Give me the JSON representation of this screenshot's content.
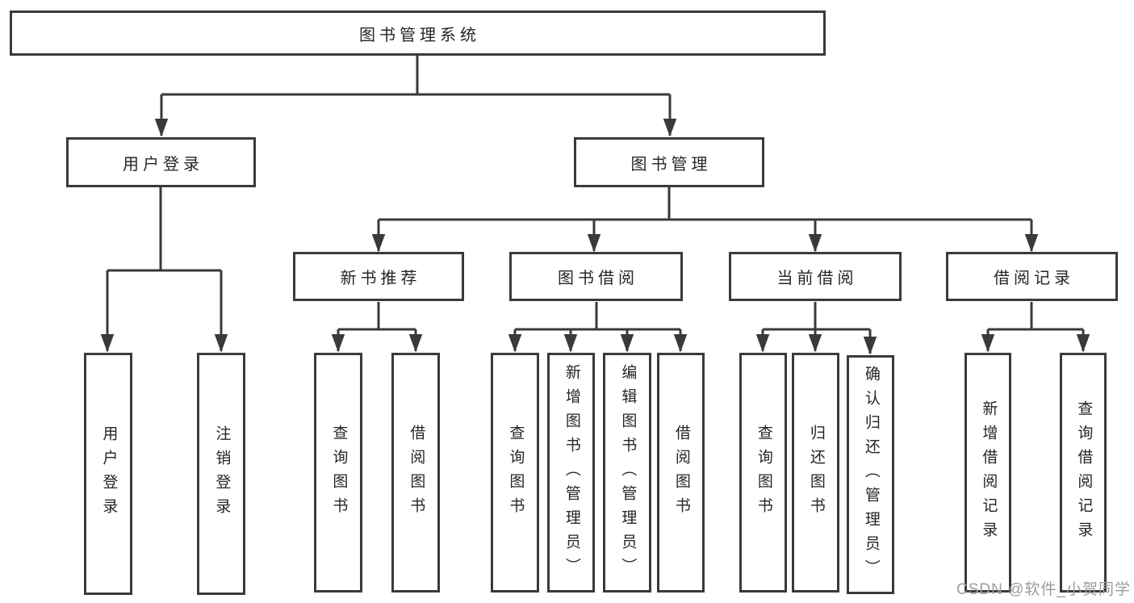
{
  "diagram": {
    "root": {
      "label": "图书管理系统"
    },
    "login_branch": {
      "label": "用户登录",
      "leaves": [
        {
          "label": "用户登录"
        },
        {
          "label": "注销登录"
        }
      ]
    },
    "mgmt_branch": {
      "label": "图书管理",
      "groups": [
        {
          "label": "新书推荐",
          "leaves": [
            {
              "label": "查询图书"
            },
            {
              "label": "借阅图书"
            }
          ]
        },
        {
          "label": "图书借阅",
          "leaves": [
            {
              "label": "查询图书"
            },
            {
              "label": "新增图书（管理员）"
            },
            {
              "label": "编辑图书（管理员）"
            },
            {
              "label": "借阅图书"
            }
          ]
        },
        {
          "label": "当前借阅",
          "leaves": [
            {
              "label": "查询图书"
            },
            {
              "label": "归还图书"
            },
            {
              "label": "确认归还（管理员）"
            }
          ]
        },
        {
          "label": "借阅记录",
          "leaves": [
            {
              "label": "新增借阅记录"
            },
            {
              "label": "查询借阅记录"
            }
          ]
        }
      ]
    }
  },
  "watermark": {
    "text": "CSDN @软件_小贺同学"
  },
  "colors": {
    "line": "#3a3a3a",
    "text": "#262626",
    "background": "#ffffff",
    "watermark": "#9b9b9b"
  }
}
